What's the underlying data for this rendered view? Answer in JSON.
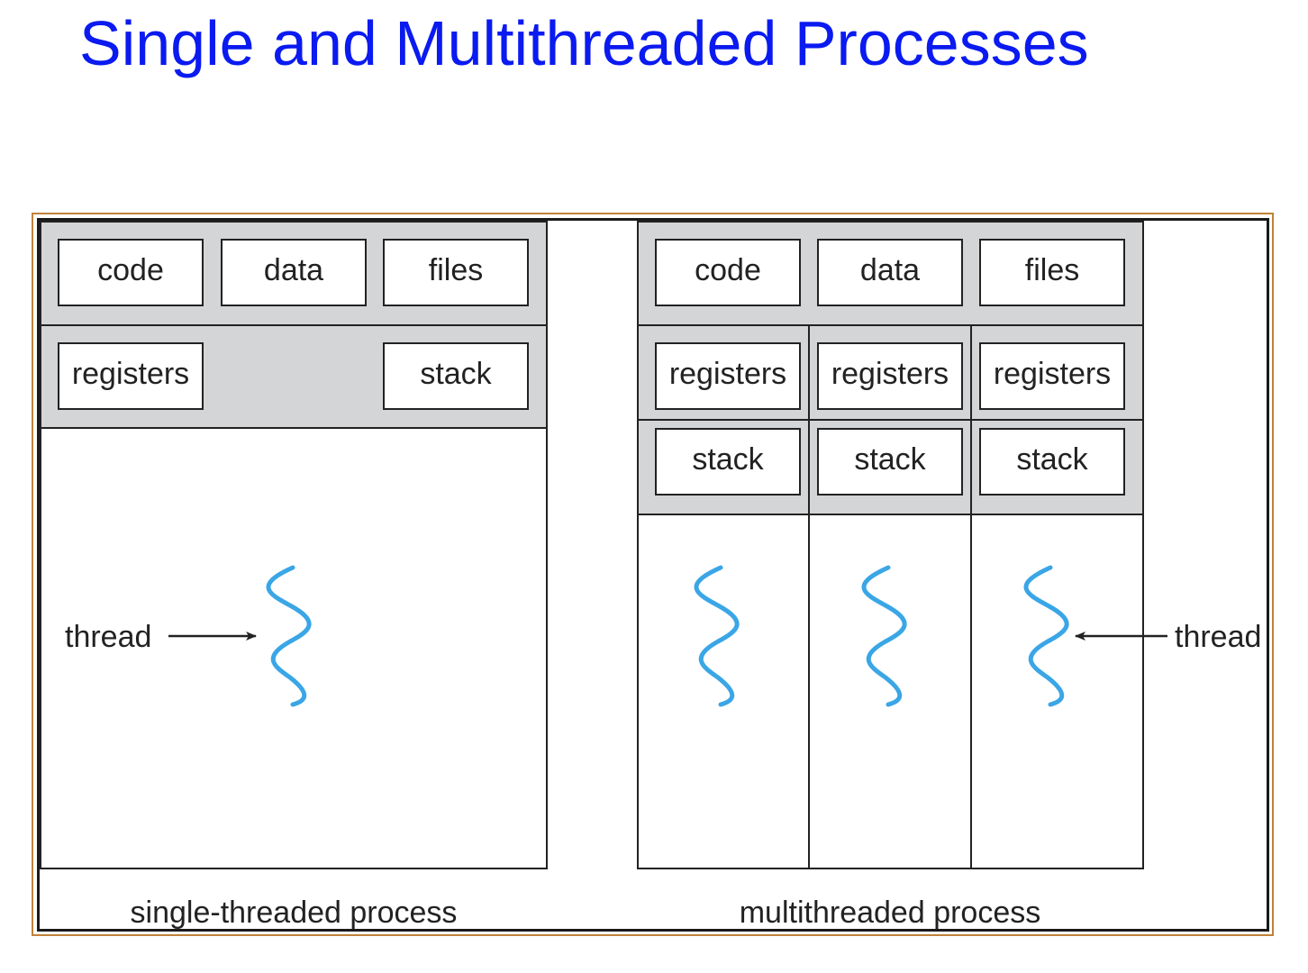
{
  "title": "Single and Multithreaded Processes",
  "colors": {
    "title": "#0a1af0",
    "shared_region": "#d4d5d7",
    "thread": "#3aa6e6",
    "frame": "#c0823a",
    "box_border": "#222222"
  },
  "single": {
    "shared": [
      "code",
      "data",
      "files"
    ],
    "registers": "registers",
    "stack": "stack",
    "thread_label": "thread",
    "caption": "single-threaded process",
    "thread_icon": "wavy-thread-icon"
  },
  "multi": {
    "shared": [
      "code",
      "data",
      "files"
    ],
    "registers": [
      "registers",
      "registers",
      "registers"
    ],
    "stacks": [
      "stack",
      "stack",
      "stack"
    ],
    "thread_label": "thread",
    "caption": "multithreaded process",
    "thread_icon": "wavy-thread-icon"
  }
}
